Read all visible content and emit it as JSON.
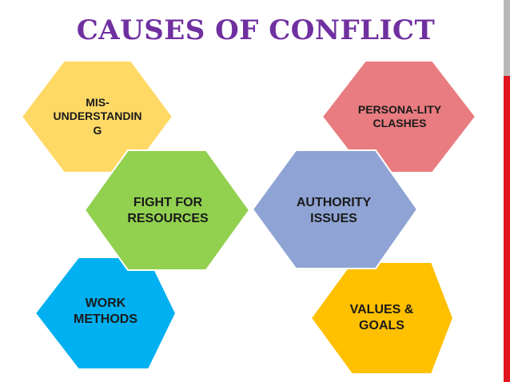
{
  "title": "CAUSES OF CONFLICT",
  "colors": {
    "title": "#7030A0",
    "accent_top": "#B8B8B8",
    "accent_bottom": "#E0141E",
    "misunderstanding": "#FFD966",
    "personality": "#E87C80",
    "fight": "#92D050",
    "authority": "#8FA4D4",
    "work": "#00B0F0",
    "values": "#FFC000"
  },
  "hexagons": {
    "misunderstanding": "MIS-\nUNDERSTANDIN\nG",
    "personality": "PERSONA-LITY\nCLASHES",
    "fight": "FIGHT  FOR\nRESOURCES",
    "authority": "AUTHORITY\nISSUES",
    "work": "WORK\nMETHODS",
    "values": "VALUES &\nGOALS"
  }
}
